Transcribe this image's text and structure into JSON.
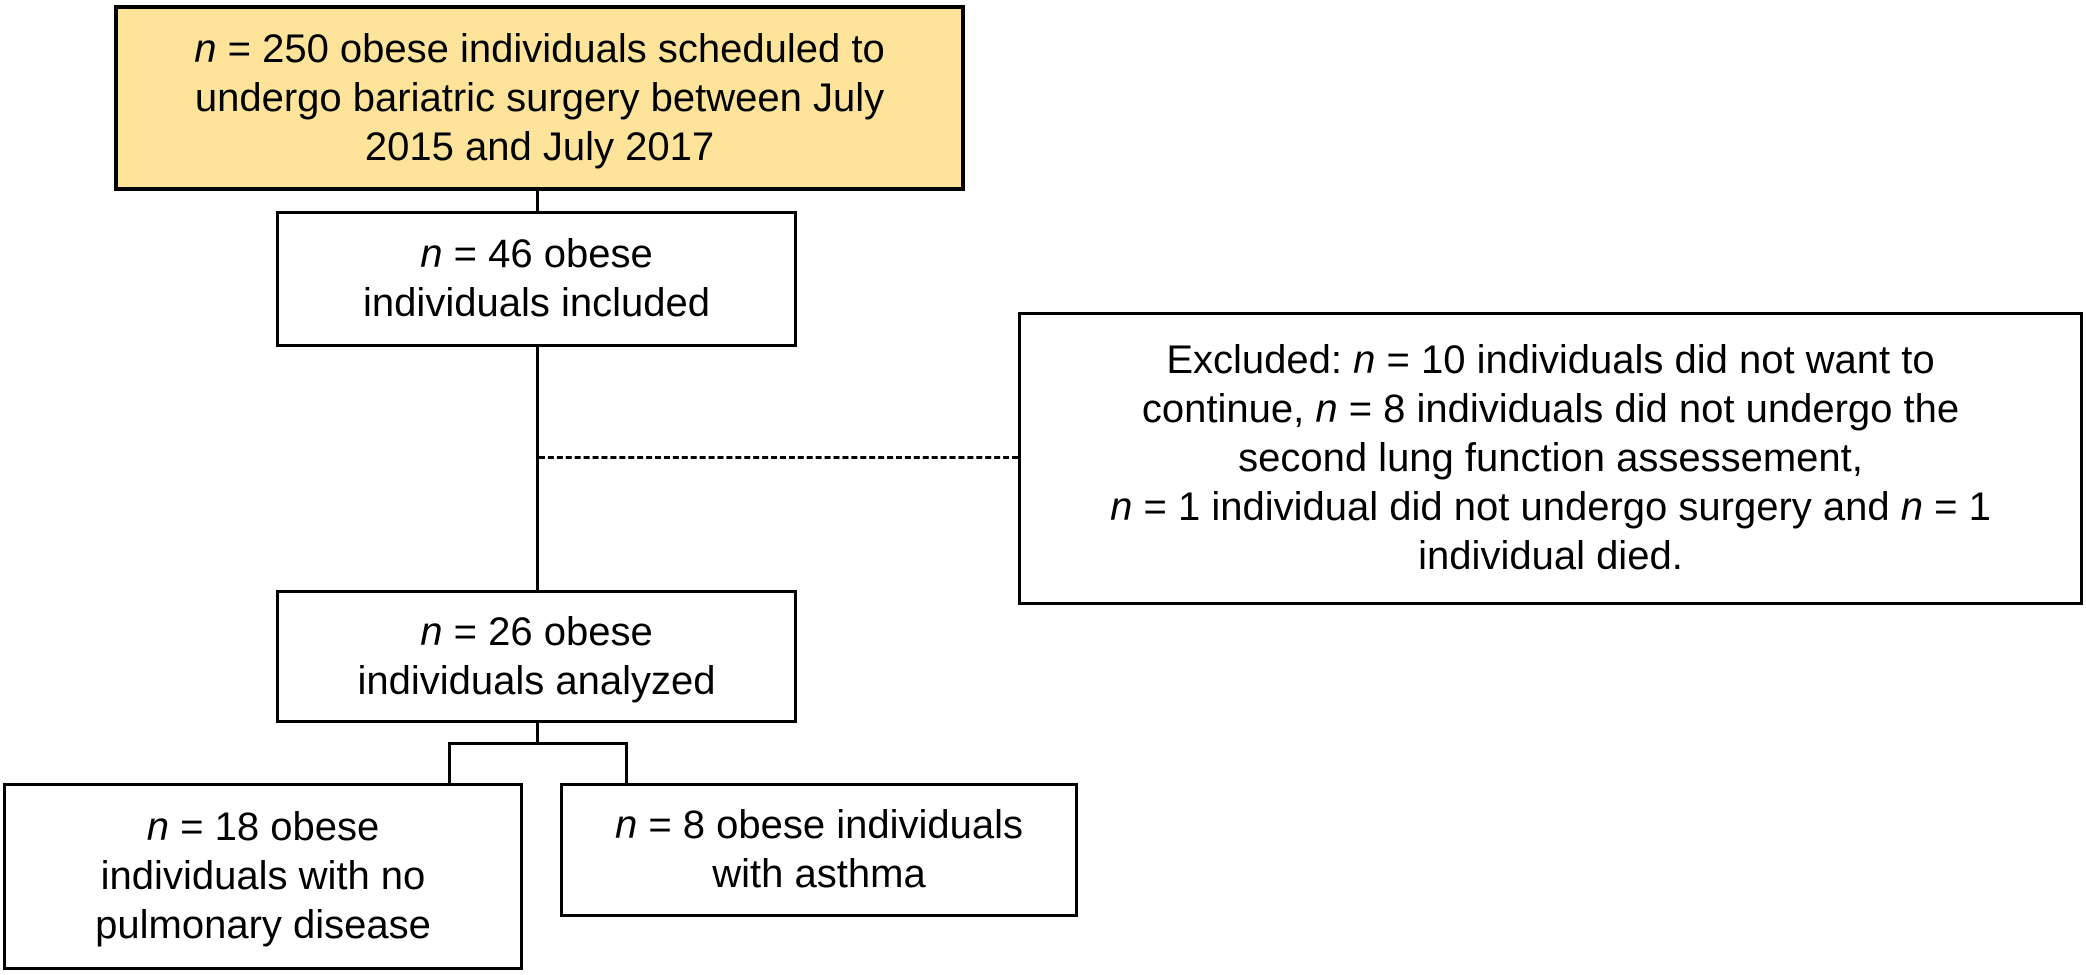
{
  "figure": {
    "type": "study-flow-diagram",
    "colors": {
      "highlight_fill": "#fde49a",
      "box_fill": "#ffffff",
      "border": "#000000",
      "line": "#000000",
      "text": "#000000",
      "background": "#ffffff"
    },
    "boxes": {
      "scheduled": {
        "lines": [
          "*n* = 250 obese individuals scheduled to",
          "undergo bariatric surgery between July",
          "2015 and July 2017"
        ]
      },
      "included": {
        "lines": [
          "*n* = 46 obese",
          "individuals included"
        ]
      },
      "excluded": {
        "lines": [
          "Excluded: *n* = 10 individuals did not want to",
          "continue, *n* = 8 individuals did not undergo the",
          "second lung function assessement,",
          "*n* = 1 individual did not undergo surgery and *n* = 1",
          "individual died."
        ]
      },
      "analyzed": {
        "lines": [
          "*n* = 26 obese",
          "individuals analyzed"
        ]
      },
      "no_pulmonary_disease": {
        "lines": [
          "*n* = 18 obese",
          "individuals with no",
          "pulmonary disease"
        ]
      },
      "asthma": {
        "lines": [
          "*n* = 8 obese individuals",
          "with asthma"
        ]
      }
    },
    "counts": {
      "scheduled": 250,
      "included": 46,
      "excluded_did_not_want_to_continue": 10,
      "excluded_no_second_lung_function_assessement": 8,
      "excluded_did_not_undergo_surgery": 1,
      "excluded_died": 1,
      "analyzed": 26,
      "no_pulmonary_disease": 18,
      "asthma": 8
    }
  }
}
